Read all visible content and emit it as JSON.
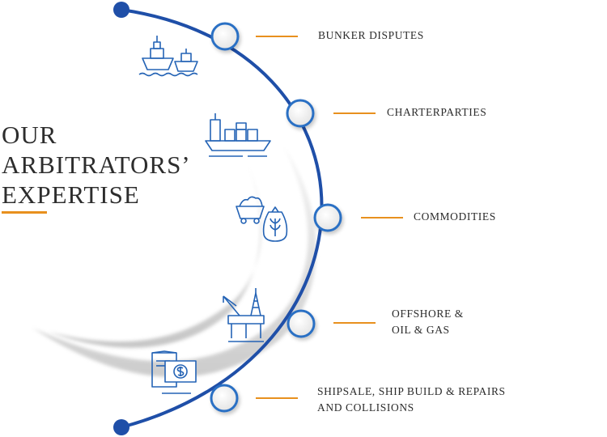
{
  "heading": {
    "line1": "OUR",
    "line2": "ARBITRATORS’",
    "line3": "EXPERTISE"
  },
  "colors": {
    "arc": "#1f4fa8",
    "accent": "#e8901e",
    "icon": "#2463b5",
    "text": "#2b2b2b"
  },
  "items": [
    {
      "lines": [
        "BUNKER DISPUTES"
      ],
      "icon": "tanker-ships-icon"
    },
    {
      "lines": [
        "CHARTERPARTIES"
      ],
      "icon": "container-ship-icon"
    },
    {
      "lines": [
        "COMMODITIES"
      ],
      "icon": "grain-and-ore-cart-icon"
    },
    {
      "lines": [
        "OFFSHORE &",
        "OIL & GAS"
      ],
      "icon": "oil-rig-icon"
    },
    {
      "lines": [
        "SHIPSALE, SHIP BUILD & REPAIRS",
        "AND COLLISIONS"
      ],
      "icon": "payment-invoice-icon"
    }
  ]
}
